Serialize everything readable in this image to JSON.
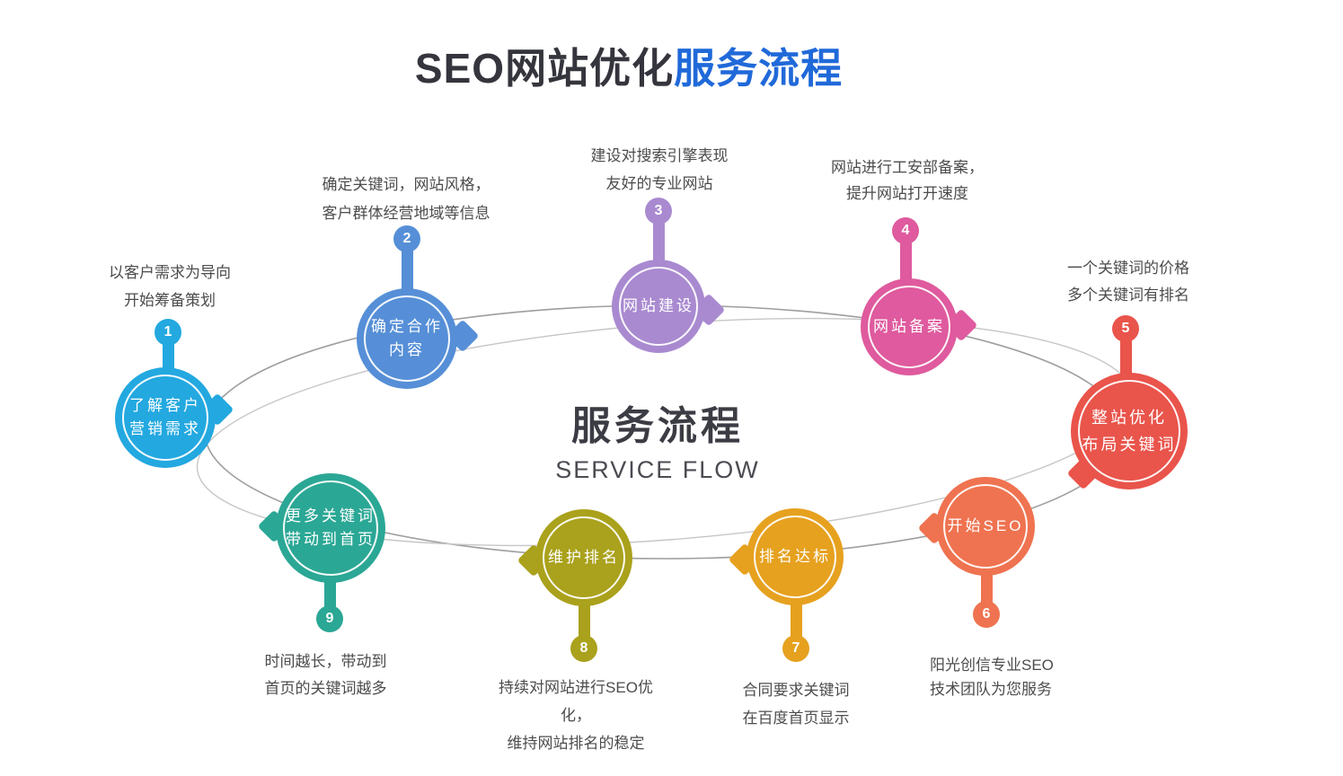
{
  "title": {
    "prefix": "SEO网站优化",
    "accent": "服务流程"
  },
  "center": {
    "heading": "服务流程",
    "subheading": "SERVICE FLOW"
  },
  "colors": {
    "title_dark": "#35353d",
    "title_accent": "#2069d9",
    "ellipse_stroke_dark": "#9e9e9e",
    "ellipse_stroke_light": "#c6c6c6",
    "desc_text": "#4c4c4c"
  },
  "nodes": [
    {
      "num": "1",
      "color": "#23a8e0",
      "label_lines": [
        "了解客户",
        "营销需求"
      ],
      "desc_lines": [
        "以客户需求为导向",
        "开始筹备策划"
      ]
    },
    {
      "num": "2",
      "color": "#568fd7",
      "label_lines": [
        "确定合作",
        "内容"
      ],
      "desc_lines": [
        "确定关键词，网站风格，",
        "客户群体经营地域等信息"
      ]
    },
    {
      "num": "3",
      "color": "#a98ad0",
      "label_lines": [
        "网站建设"
      ],
      "desc_lines": [
        "建设对搜索引擎表现",
        "友好的专业网站"
      ]
    },
    {
      "num": "4",
      "color": "#df5a9e",
      "label_lines": [
        "网站备案"
      ],
      "desc_lines": [
        "网站进行工安部备案，",
        "提升网站打开速度"
      ]
    },
    {
      "num": "5",
      "color": "#e9544b",
      "label_lines": [
        "整站优化",
        "布局关键词"
      ],
      "desc_lines": [
        "一个关键词的价格",
        "多个关键词有排名"
      ]
    },
    {
      "num": "6",
      "color": "#ef7350",
      "label_lines": [
        "开始SEO"
      ],
      "desc_lines": [
        "阳光创信专业SEO",
        "技术团队为您服务"
      ]
    },
    {
      "num": "7",
      "color": "#e6a11f",
      "label_lines": [
        "排名达标"
      ],
      "desc_lines": [
        "合同要求关键词",
        "在百度首页显示"
      ]
    },
    {
      "num": "8",
      "color": "#aaa11c",
      "label_lines": [
        "维护排名"
      ],
      "desc_lines": [
        "持续对网站进行SEO优化，",
        "维持网站排名的稳定"
      ]
    },
    {
      "num": "9",
      "color": "#2ba795",
      "label_lines": [
        "更多关键词",
        "带动到首页"
      ],
      "desc_lines": [
        "时间越长，带动到",
        "首页的关键词越多"
      ]
    }
  ]
}
